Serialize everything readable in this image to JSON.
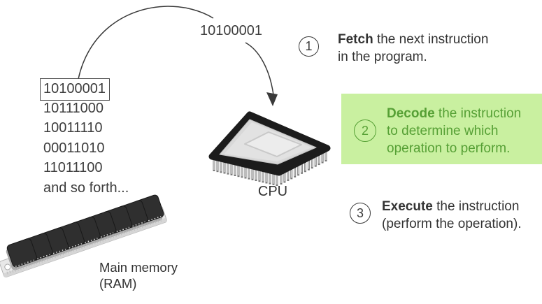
{
  "figure": {
    "description_visible_text_only": true,
    "colors": {
      "highlight_bg": "#c9f0a0",
      "highlight_text": "#56a035",
      "ink": "#3a3a3a",
      "chip_body": "#2f2f2f",
      "pcb": "#e8e8e8"
    }
  },
  "memory": {
    "rows": [
      "10100001",
      "10111000",
      "10011110",
      "00011010",
      "11011100"
    ],
    "etc_label": "and so forth...",
    "label_line1": "Main memory",
    "label_line2": "(RAM)"
  },
  "transfer": {
    "label": "10100001"
  },
  "cpu": {
    "label": "CPU"
  },
  "steps": [
    {
      "number": "1",
      "line1_bold": "Fetch",
      "line1_rest": " the next instruction",
      "line2": "in the program."
    },
    {
      "number": "2",
      "line1_bold": "Decode",
      "line1_rest": " the instruction",
      "line2": "to determine which",
      "line3": "operation to perform.",
      "highlighted": true
    },
    {
      "number": "3",
      "line1_bold": "Execute",
      "line1_rest": " the instruction",
      "line2": "(perform the operation)."
    }
  ]
}
